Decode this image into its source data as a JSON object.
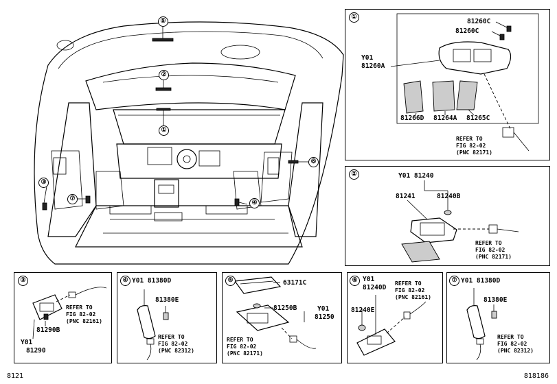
{
  "main": {
    "callouts": [
      "⑤",
      "②",
      "①",
      "⑥",
      "③",
      "⑦",
      "④"
    ]
  },
  "panel1": {
    "num": "①",
    "labels": {
      "c1": "81260C",
      "c2": "81260C",
      "y01": "Y01",
      "a": "81260A",
      "d": "81266D",
      "e": "81264A",
      "f": "81265C"
    },
    "ref": "REFER TO\nFIG 82-02\n(PNC 82171)"
  },
  "panel2": {
    "num": "②",
    "labels": {
      "top": "Y01 81240",
      "a": "81241",
      "b": "81240B"
    },
    "ref": "REFER TO\nFIG 82-02\n(PNC 82171)"
  },
  "panel3": {
    "num": "③",
    "labels": {
      "a": "81290B",
      "y01": "Y01",
      "b": "81290"
    },
    "ref": "REFER TO\nFIG 82-02\n(PNC 82161)"
  },
  "panel4": {
    "num": "④",
    "labels": {
      "top": "Y01 81380D",
      "a": "81380E"
    },
    "ref": "REFER TO\nFIG 82-02\n(PNC 82312)"
  },
  "panel5": {
    "num": "⑤",
    "labels": {
      "a": "63171C",
      "b": "81250B",
      "y01": "Y01",
      "c": "81250"
    },
    "ref": "REFER TO\nFIG 82-02\n(PNC 82171)"
  },
  "panel6": {
    "num": "⑥",
    "labels": {
      "y01": "Y01",
      "a": "81240D",
      "b": "81240E"
    },
    "ref": "REFER TO\nFIG 82-02\n(PNC 82161)"
  },
  "panel7": {
    "num": "⑦",
    "labels": {
      "top": "Y01 81380D",
      "a": "81380E"
    },
    "ref": "REFER TO\nFIG 82-02\n(PNC 82312)"
  },
  "footer": {
    "left": "8121",
    "right": "818186"
  }
}
